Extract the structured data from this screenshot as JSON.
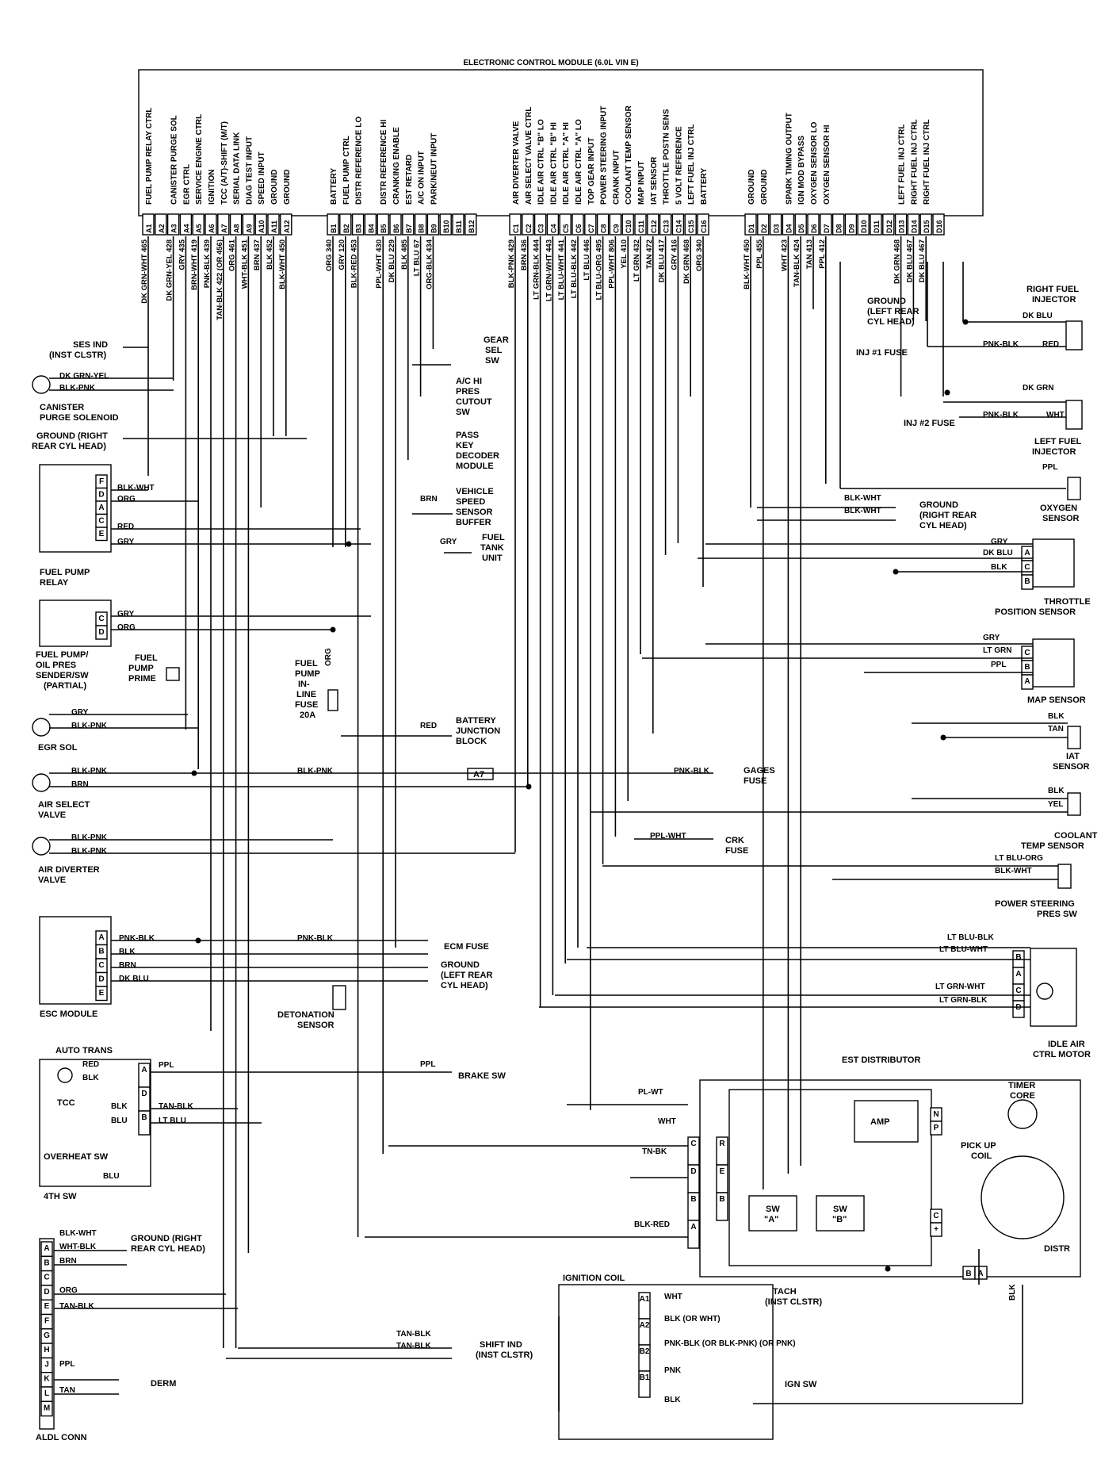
{
  "title": "ELECTRONIC CONTROL MODULE (6.0L VIN E)",
  "pin_groups": [
    {
      "pins": [
        {
          "pin": "A1",
          "fn": "FUEL PUMP RELAY CTRL",
          "wire": "DK GRN-WHT 465"
        },
        {
          "pin": "A2",
          "fn": "",
          "wire": ""
        },
        {
          "pin": "A3",
          "fn": "CANISTER PURGE SOL",
          "wire": "DK GRN-YEL 428"
        },
        {
          "pin": "A4",
          "fn": "EGR CTRL",
          "wire": "GRY 435"
        },
        {
          "pin": "A5",
          "fn": "SERVICE ENGINE CTRL",
          "wire": "BRN-WHT 419"
        },
        {
          "pin": "A6",
          "fn": "IGNITION",
          "wire": "PNK-BLK 439"
        },
        {
          "pin": "A7",
          "fn": "TCC (A/T)-SHIFT (M/T)",
          "wire": "TAN-BLK 422 (OR 456)"
        },
        {
          "pin": "A8",
          "fn": "SERIAL DATA LINK",
          "wire": "ORG 461"
        },
        {
          "pin": "A9",
          "fn": "DIAG TEST INPUT",
          "wire": "WHT-BLK 451"
        },
        {
          "pin": "A10",
          "fn": "SPEED INPUT",
          "wire": "BRN 437"
        },
        {
          "pin": "A11",
          "fn": "GROUND",
          "wire": "BLK 452"
        },
        {
          "pin": "A12",
          "fn": "GROUND",
          "wire": "BLK-WHT 450"
        }
      ]
    },
    {
      "pins": [
        {
          "pin": "B1",
          "fn": "BATTERY",
          "wire": "ORG 340"
        },
        {
          "pin": "B2",
          "fn": "FUEL PUMP CTRL",
          "wire": "GRY 120"
        },
        {
          "pin": "B3",
          "fn": "DISTR REFERENCE LO",
          "wire": "BLK-RED 453"
        },
        {
          "pin": "B4",
          "fn": "",
          "wire": ""
        },
        {
          "pin": "B5",
          "fn": "DISTR REFERENCE HI",
          "wire": "PPL-WHT 430"
        },
        {
          "pin": "B6",
          "fn": "CRANKING ENABLE",
          "wire": "DK BLU 229"
        },
        {
          "pin": "B7",
          "fn": "EST RETARD",
          "wire": "BLK 485"
        },
        {
          "pin": "B8",
          "fn": "A/C ON INPUT",
          "wire": "LT BLU 67"
        },
        {
          "pin": "B9",
          "fn": "PARK/NEUT INPUT",
          "wire": "ORG-BLK 434"
        },
        {
          "pin": "B10",
          "fn": "",
          "wire": ""
        },
        {
          "pin": "B11",
          "fn": "",
          "wire": ""
        },
        {
          "pin": "B12",
          "fn": "",
          "wire": ""
        }
      ]
    },
    {
      "pins": [
        {
          "pin": "C1",
          "fn": "AIR DIVERTER VALVE",
          "wire": "BLK-PNK 429"
        },
        {
          "pin": "C2",
          "fn": "AIR SELECT VALVE CTRL",
          "wire": "BRN 436"
        },
        {
          "pin": "C3",
          "fn": "IDLE AIR CTRL \"B\" LO",
          "wire": "LT GRN-BLK 444"
        },
        {
          "pin": "C4",
          "fn": "IDLE AIR CTRL \"B\" HI",
          "wire": "LT GRN-WHT 443"
        },
        {
          "pin": "C5",
          "fn": "IDLE AIR CTRL \"A\" HI",
          "wire": "LT BLU-WHT 441"
        },
        {
          "pin": "C6",
          "fn": "IDLE AIR CTRL \"A\" LO",
          "wire": "LT BLU-BLK 442"
        },
        {
          "pin": "C7",
          "fn": "TOP GEAR INPUT",
          "wire": "LT BLU 446"
        },
        {
          "pin": "C8",
          "fn": "POWER STEERING INPUT",
          "wire": "LT BLU-ORG 495"
        },
        {
          "pin": "C9",
          "fn": "CRANK INPUT",
          "wire": "PPL-WHT 806"
        },
        {
          "pin": "C10",
          "fn": "COOLANT TEMP SENSOR",
          "wire": "YEL 410"
        },
        {
          "pin": "C11",
          "fn": "MAP INPUT",
          "wire": "LT GRN 432"
        },
        {
          "pin": "C12",
          "fn": "IAT SENSOR",
          "wire": "TAN 472"
        },
        {
          "pin": "C13",
          "fn": "THROTTLE POSTN SENS",
          "wire": "DK BLU 417"
        },
        {
          "pin": "C14",
          "fn": "5 VOLT REFERENCE",
          "wire": "GRY 416"
        },
        {
          "pin": "C15",
          "fn": "LEFT FUEL INJ CTRL",
          "wire": "DK GRN 468"
        },
        {
          "pin": "C16",
          "fn": "BATTERY",
          "wire": "ORG 340"
        }
      ]
    },
    {
      "pins": [
        {
          "pin": "D1",
          "fn": "GROUND",
          "wire": "BLK-WHT 450"
        },
        {
          "pin": "D2",
          "fn": "GROUND",
          "wire": "PPL 455"
        },
        {
          "pin": "D3",
          "fn": "",
          "wire": ""
        },
        {
          "pin": "D4",
          "fn": "SPARK TIMING OUTPUT",
          "wire": "WHT 423"
        },
        {
          "pin": "D5",
          "fn": "IGN MOD BYPASS",
          "wire": "TAN-BLK 424"
        },
        {
          "pin": "D6",
          "fn": "OXYGEN SENSOR LO",
          "wire": "TAN 413"
        },
        {
          "pin": "D7",
          "fn": "OXYGEN SENSOR HI",
          "wire": "PPL 412"
        },
        {
          "pin": "D8",
          "fn": "",
          "wire": ""
        },
        {
          "pin": "D9",
          "fn": "",
          "wire": ""
        },
        {
          "pin": "D10",
          "fn": "",
          "wire": ""
        },
        {
          "pin": "D11",
          "fn": "",
          "wire": ""
        },
        {
          "pin": "D12",
          "fn": "",
          "wire": ""
        },
        {
          "pin": "D13",
          "fn": "LEFT FUEL INJ CTRL",
          "wire": "DK GRN 468"
        },
        {
          "pin": "D14",
          "fn": "RIGHT FUEL INJ CTRL",
          "wire": "DK BLU 467"
        },
        {
          "pin": "D15",
          "fn": "RIGHT FUEL INJ CTRL",
          "wire": "DK BLU 467"
        },
        {
          "pin": "D16",
          "fn": "",
          "wire": ""
        }
      ]
    }
  ],
  "labels": [
    {
      "id": "ses-ind",
      "text": "SES IND"
    },
    {
      "id": "ses-ind-2",
      "text": "(INST CLSTR)"
    },
    {
      "id": "canister",
      "text": "CANISTER"
    },
    {
      "id": "canister-2",
      "text": "PURGE SOLENOID"
    },
    {
      "id": "ground-rr",
      "text": "GROUND (RIGHT"
    },
    {
      "id": "ground-rr-2",
      "text": "REAR CYL HEAD)"
    },
    {
      "id": "fuel-pump-relay",
      "text": "FUEL PUMP"
    },
    {
      "id": "fuel-pump-relay-2",
      "text": "RELAY"
    },
    {
      "id": "fp-sender",
      "text": "FUEL PUMP/"
    },
    {
      "id": "fp-sender-2",
      "text": "OIL PRES"
    },
    {
      "id": "fp-sender-3",
      "text": "SENDER/SW"
    },
    {
      "id": "fp-sender-4",
      "text": "(PARTIAL)"
    },
    {
      "id": "fp-prime",
      "text": "FUEL"
    },
    {
      "id": "fp-prime-2",
      "text": "PUMP"
    },
    {
      "id": "fp-prime-3",
      "text": "PRIME"
    },
    {
      "id": "egr-sol",
      "text": "EGR SOL"
    },
    {
      "id": "air-select",
      "text": "AIR SELECT"
    },
    {
      "id": "air-select-2",
      "text": "VALVE"
    },
    {
      "id": "air-diverter",
      "text": "AIR DIVERTER"
    },
    {
      "id": "air-diverter-2",
      "text": "VALVE"
    },
    {
      "id": "esc-module",
      "text": "ESC MODULE"
    },
    {
      "id": "detonation",
      "text": "DETONATION"
    },
    {
      "id": "detonation-2",
      "text": "SENSOR"
    },
    {
      "id": "auto-trans",
      "text": "AUTO TRANS"
    },
    {
      "id": "tcc",
      "text": "TCC"
    },
    {
      "id": "overheat",
      "text": "OVERHEAT SW"
    },
    {
      "id": "4th-sw",
      "text": "4TH SW"
    },
    {
      "id": "aldl",
      "text": "ALDL CONN"
    },
    {
      "id": "ground-rr-aldl",
      "text": "GROUND (RIGHT"
    },
    {
      "id": "ground-rr-aldl-2",
      "text": "REAR CYL HEAD)"
    },
    {
      "id": "derm",
      "text": "DERM"
    },
    {
      "id": "gear-sel",
      "text": "GEAR"
    },
    {
      "id": "gear-sel-2",
      "text": "SEL"
    },
    {
      "id": "gear-sel-3",
      "text": "SW"
    },
    {
      "id": "ac-hi",
      "text": "A/C HI"
    },
    {
      "id": "ac-hi-2",
      "text": "PRES"
    },
    {
      "id": "ac-hi-3",
      "text": "CUTOUT"
    },
    {
      "id": "ac-hi-4",
      "text": "SW"
    },
    {
      "id": "pass-key",
      "text": "PASS"
    },
    {
      "id": "pass-key-2",
      "text": "KEY"
    },
    {
      "id": "pass-key-3",
      "text": "DECODER"
    },
    {
      "id": "pass-key-4",
      "text": "MODULE"
    },
    {
      "id": "vss",
      "text": "VEHICLE"
    },
    {
      "id": "vss-2",
      "text": "SPEED"
    },
    {
      "id": "vss-3",
      "text": "SENSOR"
    },
    {
      "id": "vss-4",
      "text": "BUFFER"
    },
    {
      "id": "fuel-tank",
      "text": "FUEL"
    },
    {
      "id": "fuel-tank-2",
      "text": "TANK"
    },
    {
      "id": "fuel-tank-3",
      "text": "UNIT"
    },
    {
      "id": "inline-fuse",
      "text": "FUEL"
    },
    {
      "id": "inline-fuse-2",
      "text": "PUMP"
    },
    {
      "id": "inline-fuse-3",
      "text": "IN-"
    },
    {
      "id": "inline-fuse-4",
      "text": "LINE"
    },
    {
      "id": "inline-fuse-5",
      "text": "FUSE"
    },
    {
      "id": "inline-fuse-6",
      "text": "20A"
    },
    {
      "id": "battery-jb",
      "text": "BATTERY"
    },
    {
      "id": "battery-jb-2",
      "text": "JUNCTION"
    },
    {
      "id": "battery-jb-3",
      "text": "BLOCK"
    },
    {
      "id": "gages-fuse",
      "text": "GAGES"
    },
    {
      "id": "gages-fuse-2",
      "text": "FUSE"
    },
    {
      "id": "crk-fuse",
      "text": "CRK"
    },
    {
      "id": "crk-fuse-2",
      "text": "FUSE"
    },
    {
      "id": "ecm-fuse",
      "text": "ECM FUSE"
    },
    {
      "id": "ground-lr",
      "text": "GROUND"
    },
    {
      "id": "ground-lr-2",
      "text": "(LEFT REAR"
    },
    {
      "id": "ground-lr-3",
      "text": "CYL HEAD)"
    },
    {
      "id": "brake-sw",
      "text": "BRAKE SW"
    },
    {
      "id": "shift-ind",
      "text": "SHIFT IND"
    },
    {
      "id": "shift-ind-2",
      "text": "(INST CLSTR)"
    },
    {
      "id": "ground-lr-top",
      "text": "GROUND"
    },
    {
      "id": "ground-lr-top-2",
      "text": "(LEFT REAR"
    },
    {
      "id": "ground-lr-top-3",
      "text": "CYL HEAD)"
    },
    {
      "id": "rfi",
      "text": "RIGHT FUEL"
    },
    {
      "id": "rfi-2",
      "text": "INJECTOR"
    },
    {
      "id": "inj1",
      "text": "INJ #1 FUSE"
    },
    {
      "id": "inj2",
      "text": "INJ #2 FUSE"
    },
    {
      "id": "lfi",
      "text": "LEFT FUEL"
    },
    {
      "id": "lfi-2",
      "text": "INJECTOR"
    },
    {
      "id": "o2",
      "text": "OXYGEN"
    },
    {
      "id": "o2-2",
      "text": "SENSOR"
    },
    {
      "id": "ground-rr-o2",
      "text": "GROUND"
    },
    {
      "id": "ground-rr-o2-2",
      "text": "(RIGHT REAR"
    },
    {
      "id": "ground-rr-o2-3",
      "text": "CYL HEAD)"
    },
    {
      "id": "tps",
      "text": "THROTTLE"
    },
    {
      "id": "tps-2",
      "text": "POSITION SENSOR"
    },
    {
      "id": "map",
      "text": "MAP SENSOR"
    },
    {
      "id": "iat",
      "text": "IAT"
    },
    {
      "id": "iat-2",
      "text": "SENSOR"
    },
    {
      "id": "coolant",
      "text": "COOLANT"
    },
    {
      "id": "coolant-2",
      "text": "TEMP SENSOR"
    },
    {
      "id": "ps",
      "text": "POWER STEERING"
    },
    {
      "id": "ps-2",
      "text": "PRES SW"
    },
    {
      "id": "iac",
      "text": "IDLE AIR"
    },
    {
      "id": "iac-2",
      "text": "CTRL MOTOR"
    },
    {
      "id": "est",
      "text": "EST DISTRIBUTOR"
    },
    {
      "id": "timer",
      "text": "TIMER"
    },
    {
      "id": "timer-2",
      "text": "CORE"
    },
    {
      "id": "amp",
      "text": "AMP"
    },
    {
      "id": "pickup",
      "text": "PICK UP"
    },
    {
      "id": "pickup-2",
      "text": "COIL"
    },
    {
      "id": "swa",
      "text": "SW"
    },
    {
      "id": "swa-2",
      "text": "\"A\""
    },
    {
      "id": "swb",
      "text": "SW"
    },
    {
      "id": "swb-2",
      "text": "\"B\""
    },
    {
      "id": "distr",
      "text": "DISTR"
    },
    {
      "id": "ign-coil",
      "text": "IGNITION COIL"
    },
    {
      "id": "tach",
      "text": "TACH"
    },
    {
      "id": "tach-2",
      "text": "(INST CLSTR)"
    },
    {
      "id": "ign-sw",
      "text": "IGN SW"
    },
    {
      "id": "a7-conn",
      "text": "A7"
    }
  ],
  "wire_labels": [
    "DK GRN-YEL",
    "BLK-PNK",
    "BLK-WHT",
    "ORG",
    "RED",
    "GRY",
    "GRY",
    "ORG",
    "GRY",
    "BLK-PNK",
    "BLK-PNK",
    "BRN",
    "BLK-PNK",
    "BLK-PNK",
    "BLK-PNK",
    "PNK-BLK",
    "BLK",
    "BRN",
    "DK BLU",
    "PNK-BLK",
    "RED",
    "BLK",
    "BLK",
    "TAN-BLK",
    "BLU",
    "LT BLU",
    "PPL",
    "BLU",
    "BLK-WHT",
    "WHT-BLK",
    "BRN",
    "ORG",
    "TAN-BLK",
    "PPL",
    "TAN",
    "BRN",
    "GRY",
    "RED",
    "PNK-BLK",
    "PPL-WHT",
    "PPL",
    "TAN-BLK",
    "TAN-BLK",
    "DK BLU",
    "RED",
    "PNK-BLK",
    "DK GRN",
    "WHT",
    "PNK-BLK",
    "PPL",
    "BLK-WHT",
    "BLK-WHT",
    "GRY",
    "DK BLU",
    "BLK",
    "GRY",
    "LT GRN",
    "PPL",
    "BLK",
    "TAN",
    "BLK",
    "YEL",
    "LT BLU-ORG",
    "BLK-WHT",
    "LT BLU-BLK",
    "LT BLU-WHT",
    "LT GRN-WHT",
    "LT GRN-BLK",
    "PL-WT",
    "WHT",
    "TN-BK",
    "BLK-RED",
    "WHT",
    "BLK (OR WHT)",
    "PNK-BLK (OR BLK-PNK) (OR PNK)",
    "PNK",
    "BLK",
    "BLK",
    "ORG"
  ],
  "connector_letters": {
    "relay": [
      "F",
      "D",
      "A",
      "C",
      "E"
    ],
    "sender": [
      "C",
      "D"
    ],
    "esc": [
      "A",
      "B",
      "C",
      "D",
      "E"
    ],
    "trans": [
      "A",
      "D",
      "B"
    ],
    "aldl": [
      "A",
      "B",
      "C",
      "D",
      "E",
      "F",
      "G",
      "H",
      "J",
      "K",
      "L",
      "M"
    ],
    "tps": [
      "A",
      "C",
      "B"
    ],
    "map": [
      "C",
      "B",
      "A"
    ],
    "iac": [
      "B",
      "A",
      "C",
      "D"
    ],
    "dist_left": [
      "C",
      "D",
      "B",
      "A"
    ],
    "module": [
      "R",
      "E",
      "B"
    ],
    "np": [
      "N",
      "P"
    ],
    "cplus": [
      "C",
      "+"
    ],
    "ba": [
      "B",
      "A"
    ],
    "coil": [
      "A1",
      "A2",
      "B2",
      "B1"
    ]
  }
}
